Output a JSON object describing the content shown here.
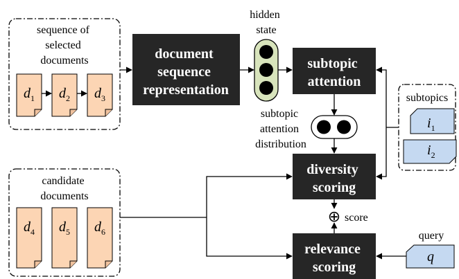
{
  "colors": {
    "process_box": "#262626",
    "doc_fill": "#fcd5b4",
    "subtopic_fill": "#c5d9f1",
    "line": "#000000"
  },
  "groups": {
    "selected": {
      "lines": [
        "sequence of",
        "selected",
        "documents"
      ]
    },
    "candidate": {
      "lines": [
        "candidate",
        "documents"
      ]
    },
    "subtopics": {
      "label": "subtopics"
    }
  },
  "documents": {
    "selected": [
      {
        "base": "d",
        "sub": "1"
      },
      {
        "base": "d",
        "sub": "2"
      },
      {
        "base": "d",
        "sub": "3"
      }
    ],
    "candidate": [
      {
        "base": "d",
        "sub": "4"
      },
      {
        "base": "d",
        "sub": "5"
      },
      {
        "base": "d",
        "sub": "6"
      }
    ]
  },
  "subtopic_items": [
    {
      "base": "i",
      "sub": "1"
    },
    {
      "base": "i",
      "sub": "2"
    }
  ],
  "query": {
    "label": "query",
    "symbol": "q"
  },
  "boxes": {
    "doc_seq": {
      "lines": [
        "document",
        "sequence",
        "representation"
      ]
    },
    "subtopic_attention": {
      "lines": [
        "subtopic",
        "attention"
      ]
    },
    "diversity": {
      "lines": [
        "diversity",
        "scoring"
      ]
    },
    "relevance": {
      "lines": [
        "relevance",
        "scoring"
      ]
    }
  },
  "labels": {
    "hidden_state": [
      "hidden",
      "state"
    ],
    "attention_dist": [
      "subtopic",
      "attention",
      "distribution"
    ],
    "score": "score",
    "plus": "⊕"
  }
}
